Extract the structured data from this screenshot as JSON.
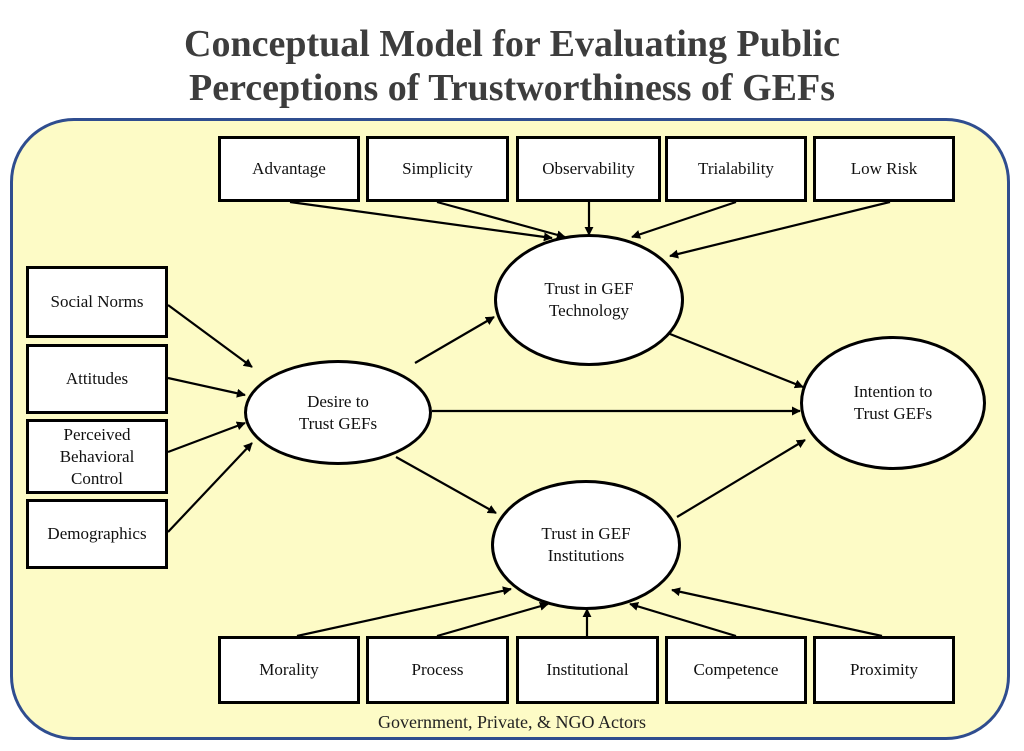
{
  "title": {
    "line1": "Conceptual Model for Evaluating Public",
    "line2": "Perceptions of Trustworthiness of GEFs"
  },
  "top_factors": [
    "Advantage",
    "Simplicity",
    "Observability",
    "Trialability",
    "Low Risk"
  ],
  "left_factors": [
    "Social Norms",
    "Attitudes",
    "Perceived\nBehavioral\nControl",
    "Demographics"
  ],
  "bottom_factors": [
    "Morality",
    "Process",
    "Institutional",
    "Competence",
    "Proximity"
  ],
  "nodes": {
    "desire": "Desire to\nTrust GEFs",
    "technology": "Trust in GEF\nTechnology",
    "institutions": "Trust in GEF\nInstitutions",
    "intention": "Intention to\nTrust GEFs"
  },
  "footer": "Government, Private, & NGO Actors",
  "colors": {
    "panel_fill": "#fdfbc6",
    "panel_border": "#2f4d8f",
    "title": "#3d3d3d"
  }
}
